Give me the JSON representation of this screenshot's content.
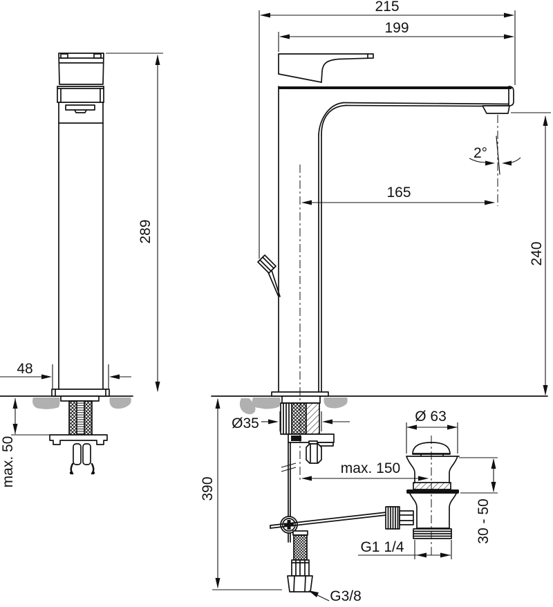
{
  "drawing": {
    "type": "faucet-installation-dimension-drawing",
    "views": [
      "front elevation",
      "side elevation",
      "pop-up waste assembly"
    ],
    "line_color": "#111111",
    "counter_fill": "#b0b0b0",
    "dimensions": {
      "overall_depth": "215",
      "spout_depth": "199",
      "total_height": "289",
      "body_width": "48",
      "deck_thickness_max": "max. 50",
      "spout_reach": "165",
      "outlet_height": "240",
      "spout_angle": "2°",
      "hole_diameter": "Ø35",
      "hose_length": "390",
      "rod_reach_max": "max. 150",
      "waste_diameter": "Ø 63",
      "waste_deck_range": "30 - 50",
      "waste_thread": "G1 1/4",
      "supply_thread": "G3/8"
    }
  }
}
